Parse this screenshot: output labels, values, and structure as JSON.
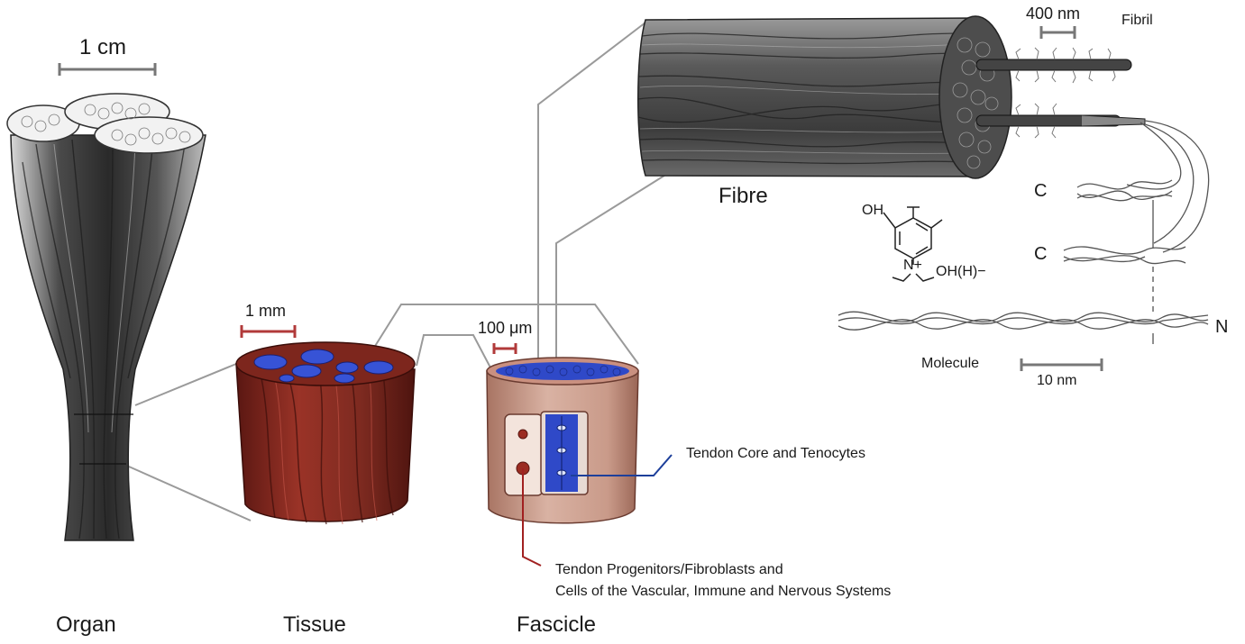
{
  "levels": {
    "organ": "Organ",
    "tissue": "Tissue",
    "fascicle": "Fascicle",
    "fibre": "Fibre",
    "fibril": "Fibril",
    "molecule": "Molecule"
  },
  "scale_bars": {
    "organ": "1 cm",
    "tissue": "1 mm",
    "fascicle": "100 μm",
    "fibril": "400 nm",
    "molecule": "10 nm"
  },
  "annotations": {
    "core": "Tendon Core and Tenocytes",
    "progenitors_line1": "Tendon Progenitors/Fibroblasts and",
    "progenitors_line2": "Cells of the Vascular, Immune and Nervous Systems"
  },
  "helix_labels": {
    "c1": "C",
    "c2": "C",
    "n": "N"
  },
  "chemistry": {
    "oh": "OH",
    "n_plus": "N+",
    "oh_h": "OH(H)−"
  },
  "colors": {
    "connector": "#9a9a9a",
    "tissue_red": "#8b2a22",
    "fascicle_pink": "#c79a8c",
    "core_blue": "#2f49c8",
    "scale_red": "#b13a3a",
    "scale_gray": "#777777",
    "annotation_blue": "#1d3f9a",
    "annotation_red": "#a12020"
  }
}
